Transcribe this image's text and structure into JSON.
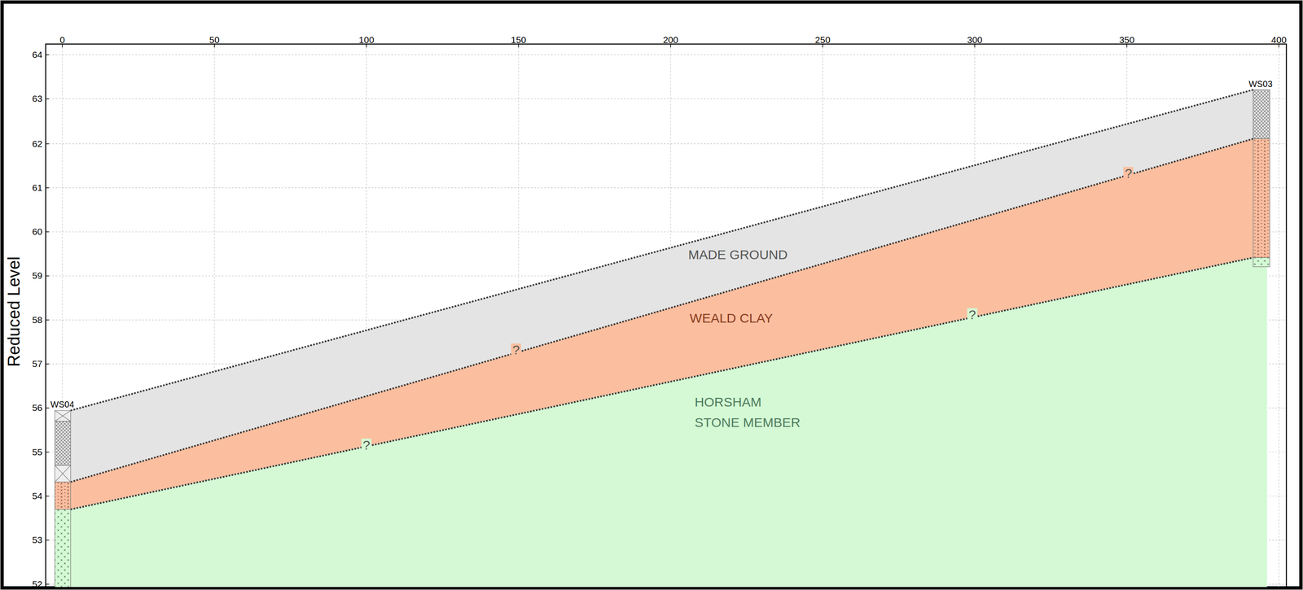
{
  "diagram": {
    "nodes": [
      {
        "text": [
          "MADE GROUND"
        ]
      },
      {
        "text": [
          "WEALD CLAY"
        ]
      },
      {
        "text": [
          "HORSHAM STONE MEMBER"
        ]
      }
    ],
    "labels": [
      "0",
      "50",
      "100",
      "150",
      "200",
      "250",
      "300",
      "350",
      "400",
      "64",
      "63",
      "62",
      "61",
      "60",
      "59",
      "58",
      "57",
      "56",
      "55",
      "54",
      "53",
      "52",
      "Reduced Level",
      "WS04",
      "WS03",
      "?",
      "?",
      "?",
      "?"
    ]
  }
}
